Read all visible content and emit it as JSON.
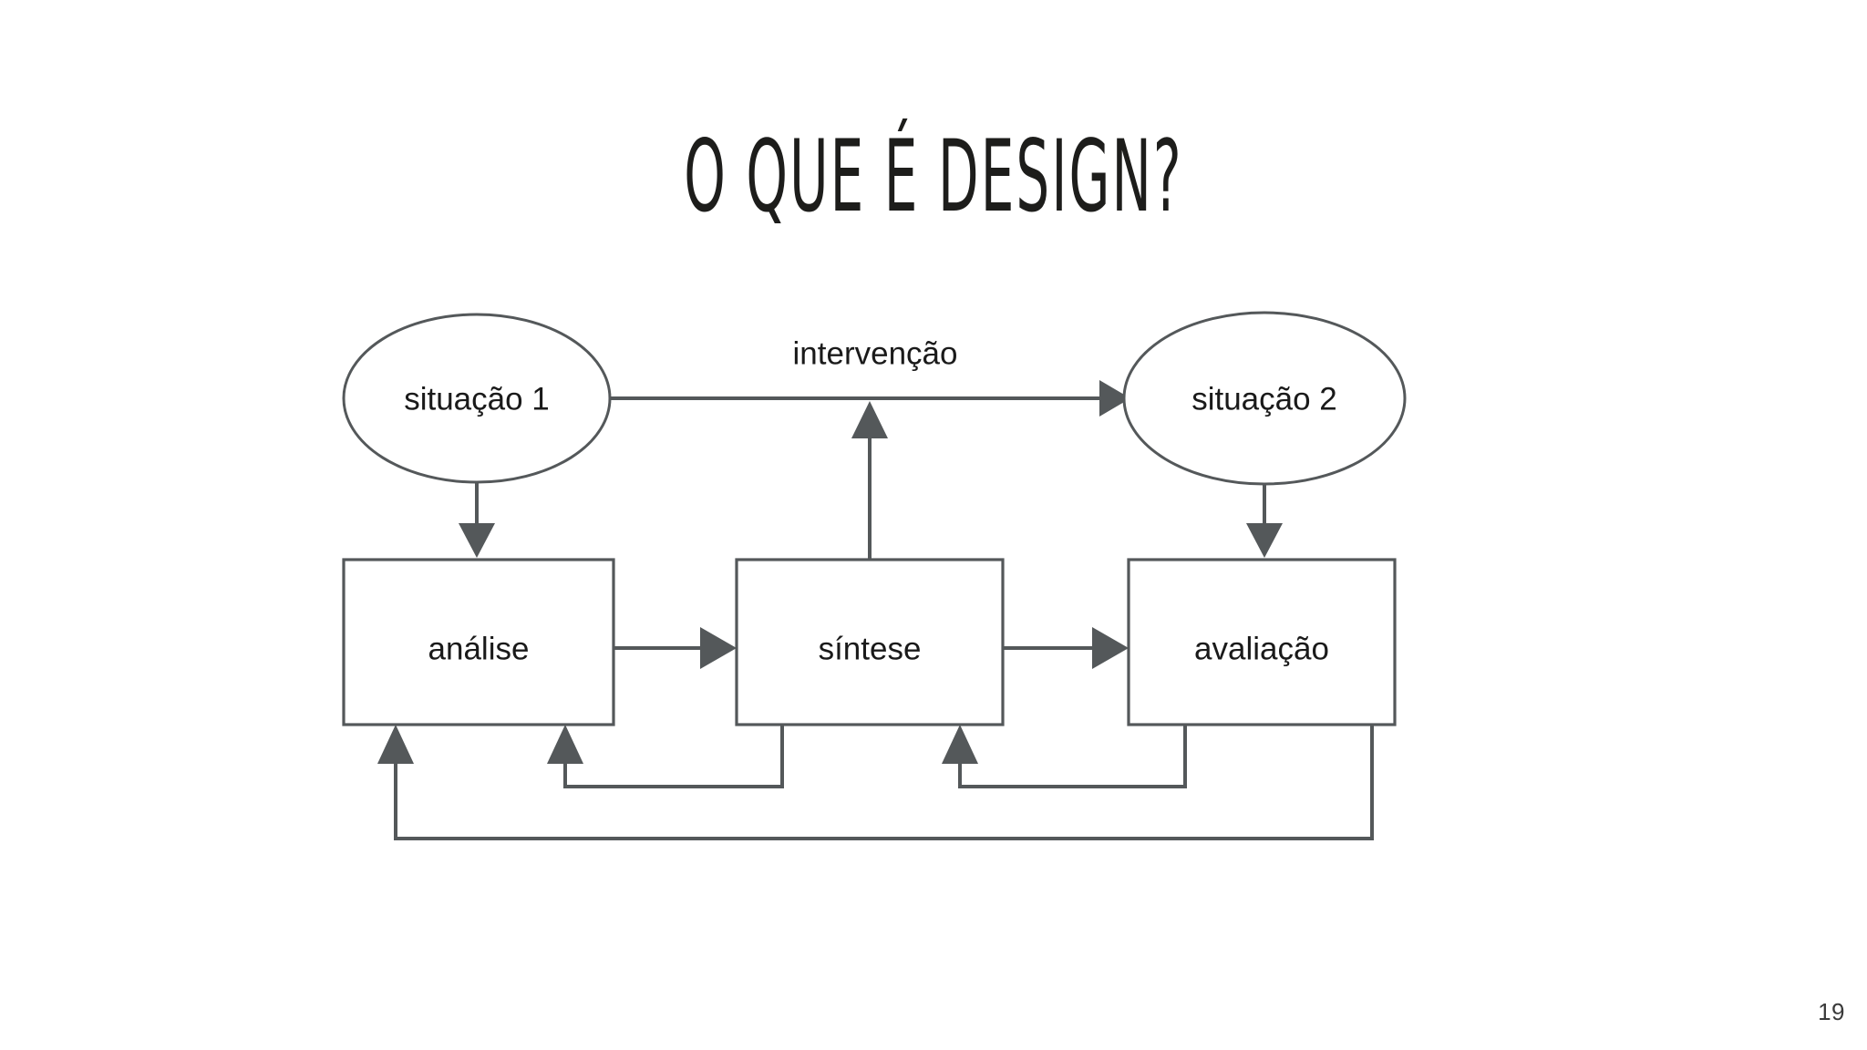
{
  "slide": {
    "title": "O que é design?",
    "page_number": "19",
    "background_color": "#ffffff",
    "text_color": "#1d1d1b"
  },
  "diagram": {
    "stroke_color": "#54585a",
    "fill_color": "#ffffff",
    "label_color": "#1a1a1a",
    "nodes": [
      {
        "id": "situacao1",
        "label": "situação 1",
        "shape": "ellipse"
      },
      {
        "id": "situacao2",
        "label": "situação 2",
        "shape": "ellipse"
      },
      {
        "id": "analise",
        "label": "análise",
        "shape": "rectangle"
      },
      {
        "id": "sintese",
        "label": "síntese",
        "shape": "rectangle"
      },
      {
        "id": "avaliacao",
        "label": "avaliação",
        "shape": "rectangle"
      }
    ],
    "edges": [
      {
        "id": "e1",
        "from": "situacao1",
        "to": "situacao2",
        "label": "intervenção"
      },
      {
        "id": "e2",
        "from": "situacao1",
        "to": "analise",
        "label": ""
      },
      {
        "id": "e3",
        "from": "situacao2",
        "to": "avaliacao",
        "label": ""
      },
      {
        "id": "e4",
        "from": "sintese",
        "to": "intervencao-line",
        "label": ""
      },
      {
        "id": "e5",
        "from": "analise",
        "to": "sintese",
        "label": ""
      },
      {
        "id": "e6",
        "from": "sintese",
        "to": "avaliacao",
        "label": ""
      },
      {
        "id": "e7",
        "from": "sintese",
        "to": "analise",
        "label": ""
      },
      {
        "id": "e8",
        "from": "avaliacao",
        "to": "sintese",
        "label": ""
      },
      {
        "id": "e9",
        "from": "avaliacao",
        "to": "analise",
        "label": ""
      }
    ],
    "edge_labels": {
      "intervencao": "intervenção"
    }
  }
}
